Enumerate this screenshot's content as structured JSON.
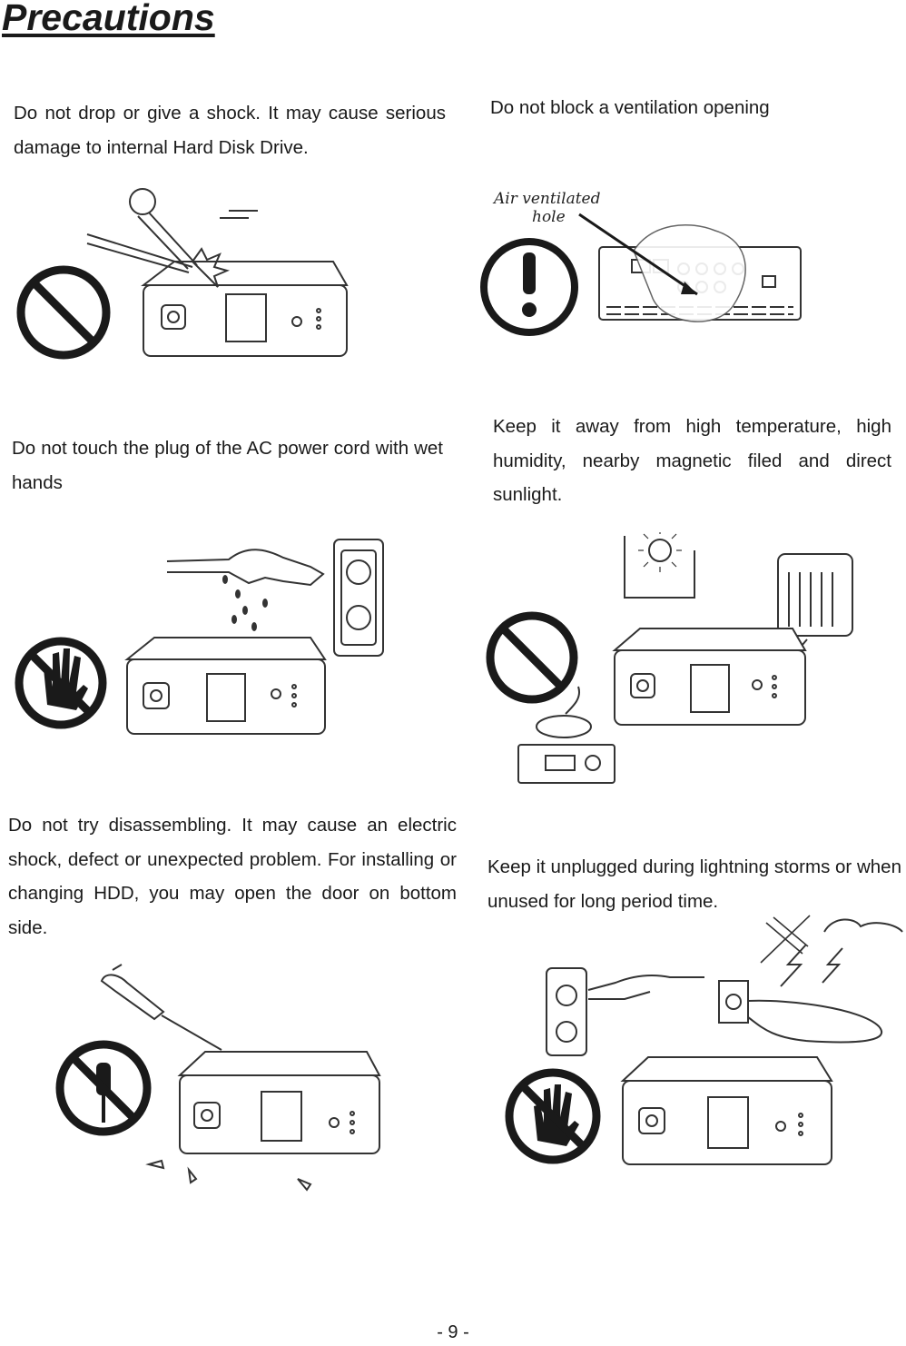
{
  "page": {
    "title": "Precautions",
    "page_number": "- 9 -"
  },
  "sections": [
    {
      "text": "Do not drop or give a shock. It may cause serious damage to internal Hard Disk Drive.",
      "icon": "prohibition-icon"
    },
    {
      "text": "Do not block a ventilation opening",
      "icon": "exclamation-icon",
      "annotation": "Air ventilated hole"
    },
    {
      "text": "Do not touch the plug of the AC power cord with wet hands",
      "icon": "wet-hand-prohibition-icon"
    },
    {
      "text": "Keep it away from high temperature, high humidity, nearby magnetic filed and direct sunlight.",
      "icon": "prohibition-icon"
    },
    {
      "text": "Do not try disassembling. It may cause an electric shock, defect or unexpected problem. For installing or changing HDD, you may open the door on bottom side.",
      "icon": "screwdriver-prohibition-icon"
    },
    {
      "text": "Keep it unplugged during lightning storms or when unused for long period time.",
      "icon": "hand-prohibition-icon"
    }
  ]
}
